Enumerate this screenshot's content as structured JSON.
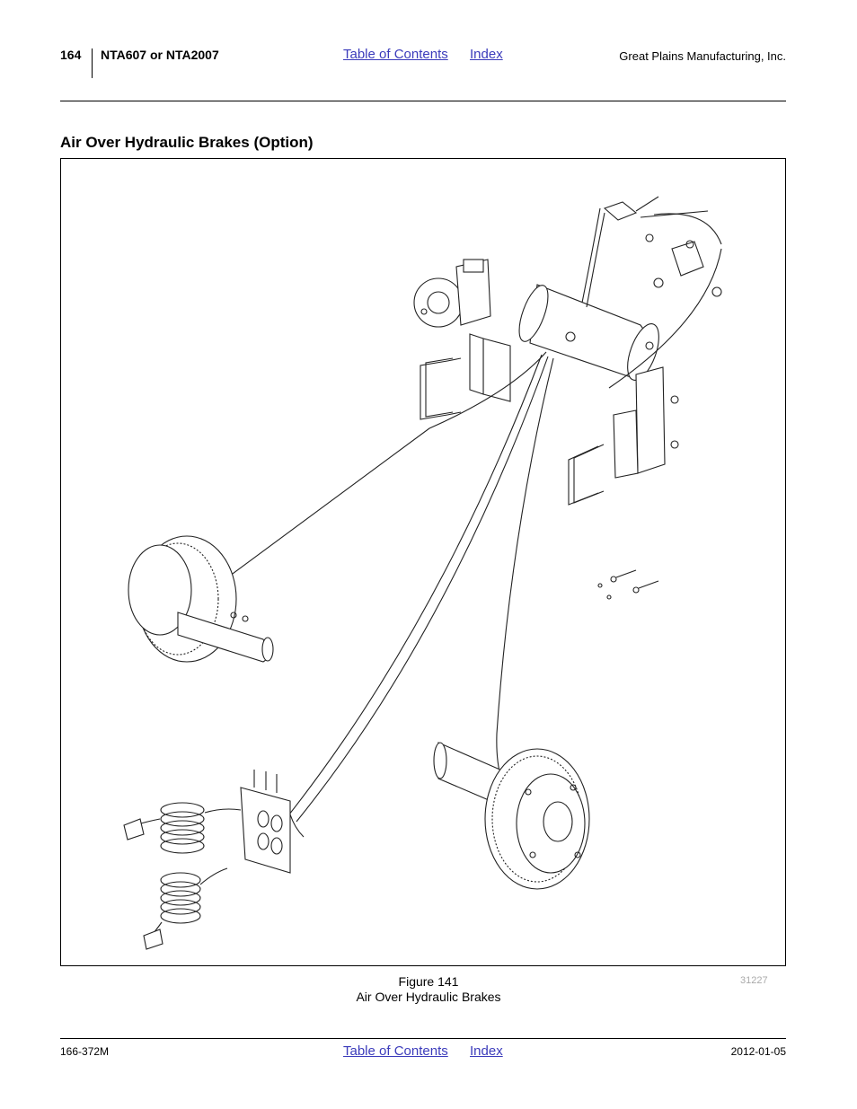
{
  "header": {
    "page_number": "164",
    "model": "NTA607 or NTA2007",
    "toc_link": "Table of Contents",
    "index_link": "Index",
    "company": "Great Plains Manufacturing, Inc."
  },
  "section": {
    "title": "Air Over Hydraulic Brakes (Option)"
  },
  "figure": {
    "number": "Figure 141",
    "caption": "Air Over Hydraulic Brakes",
    "part_number": "31227"
  },
  "footer": {
    "doc_number": "166-372M",
    "toc_link": "Table of Contents",
    "index_link": "Index",
    "date": "2012-01-05"
  }
}
